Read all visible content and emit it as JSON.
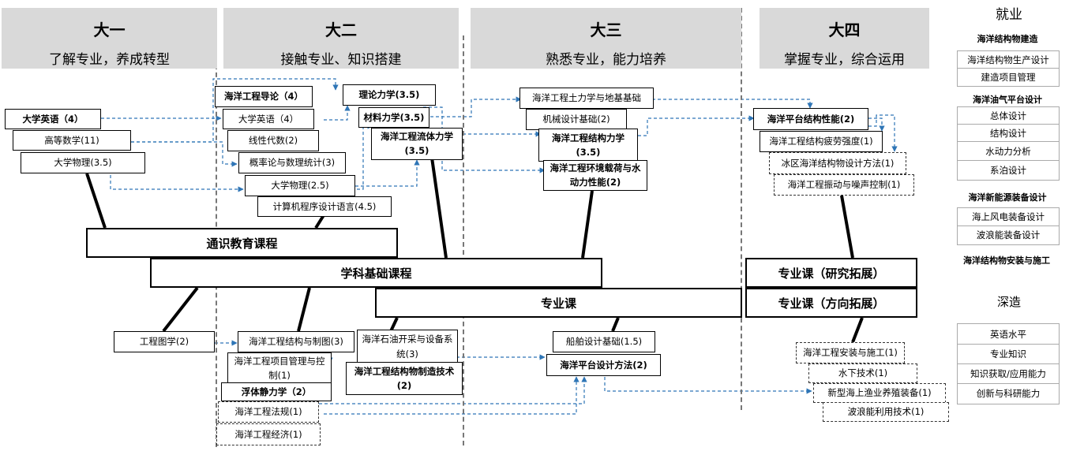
{
  "years": [
    {
      "title": "大一",
      "subtitle": "了解专业，养成转型"
    },
    {
      "title": "大二",
      "subtitle": "接触专业、知识搭建"
    },
    {
      "title": "大三",
      "subtitle": "熟悉专业，能力培养"
    },
    {
      "title": "大四",
      "subtitle": "掌握专业，综合运用"
    }
  ],
  "categories": {
    "general": "通识教育课程",
    "foundation": "学科基础课程",
    "major": "专业课",
    "research": "专业课（研究拓展）",
    "direction": "专业课（方向拓展）"
  },
  "courses": {
    "y1_english": "大学英语（4）",
    "y1_math": "高等数学(11)",
    "y1_physics": "大学物理(3.5)",
    "y1_drawing": "工程图学(2)",
    "y2_intro": "海洋工程导论（4）",
    "y2_english": "大学英语（4）",
    "y2_linear": "线性代数(2)",
    "y2_prob": "概率论与数理统计(3)",
    "y2_physics": "大学物理(2.5)",
    "y2_program": "计算机程序设计语言(4.5)",
    "y2_theory": "理论力学(3.5)",
    "y2_material": "材料力学(3.5)",
    "y2_fluid": "海洋工程流体力学(3.5)",
    "y2_struct_draw": "海洋工程结构与制图(3)",
    "y2_project": "海洋工程项目管理与控制(1)",
    "y2_float": "浮体静力学（2）",
    "y2_law": "海洋工程法规(1)",
    "y2_econ": "海洋工程经济(1)",
    "y2_oil": "海洋石油开采与设备系统(3)",
    "y2_manufacture": "海洋工程结构物制造技术(2)",
    "y3_soil": "海洋工程土力学与地基基础",
    "y3_machine": "机械设计基础(2)",
    "y3_struct": "海洋工程结构力学(3.5)",
    "y3_env": "海洋工程环境载荷与水动力性能(2)",
    "y3_ship": "船舶设计基础(1.5)",
    "y3_platform": "海洋平台设计方法(2)",
    "y4_platform_perf": "海洋平台结构性能(2)",
    "y4_fatigue": "海洋工程结构疲劳强度(1)",
    "y4_ice": "冰区海洋结构物设计方法(1)",
    "y4_vibration": "海洋工程振动与噪声控制(1)",
    "y4_install": "海洋工程安装与施工(1)",
    "y4_underwater": "水下技术(1)",
    "y4_fishery": "新型海上渔业养殖装备(1)",
    "y4_wave": "波浪能利用技术(1)"
  },
  "right": {
    "employment": "就业",
    "groups": [
      {
        "title": "海洋结构物建造",
        "items": [
          "海洋结构物生产设计",
          "建造项目管理"
        ]
      },
      {
        "title": "海洋油气平台设计",
        "items": [
          "总体设计",
          "结构设计",
          "水动力分析",
          "系泊设计"
        ]
      },
      {
        "title": "海洋新能源装备设计",
        "items": [
          "海上风电装备设计",
          "波浪能装备设计"
        ]
      },
      {
        "title": "海洋结构物安装与施工",
        "items": []
      }
    ],
    "further": "深造",
    "further_items": [
      "英语水平",
      "专业知识",
      "知识获取/应用能力",
      "创新与科研能力"
    ]
  },
  "colors": {
    "header_bg": "#d9d9d9",
    "arrow": "#2e75b6",
    "line": "#000000"
  }
}
